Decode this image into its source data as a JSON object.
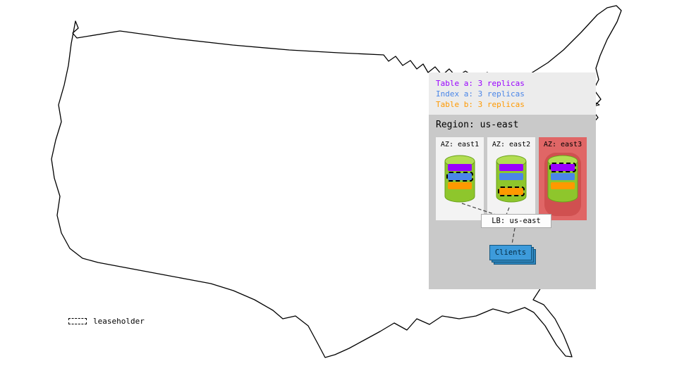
{
  "overlay": {
    "legend": {
      "lines": [
        {
          "text": "Table a: 3 replicas",
          "color": "#9900ff"
        },
        {
          "text": "Index a: 3 replicas",
          "color": "#4a86e8"
        },
        {
          "text": "Table b: 3 replicas",
          "color": "#ff9900"
        }
      ]
    },
    "region": {
      "label": "Region: us-east",
      "azs": [
        {
          "label": "AZ: east1"
        },
        {
          "label": "AZ: east2"
        },
        {
          "label": "AZ: east3"
        }
      ],
      "lb_label": "LB: us-east",
      "clients_label": "Clients"
    }
  },
  "map_legend": {
    "leaseholder_label": "leaseholder"
  },
  "colors": {
    "table_a": "#9900ff",
    "index_a": "#4a86e8",
    "table_b": "#ff9900",
    "cylinder_body": "#8ec62c",
    "cylinder_top": "#b2dd52",
    "cylinder_stroke": "#6aa21c",
    "az_normal_bg": "#f3f3f3",
    "az_down_bg": "#e06666",
    "az_down_inner": "#d05050",
    "legend_panel_bg": "#ececec",
    "region_panel_bg": "#c9c9c9",
    "clients_fill": "#3d9bdb",
    "outline": "#000000"
  }
}
